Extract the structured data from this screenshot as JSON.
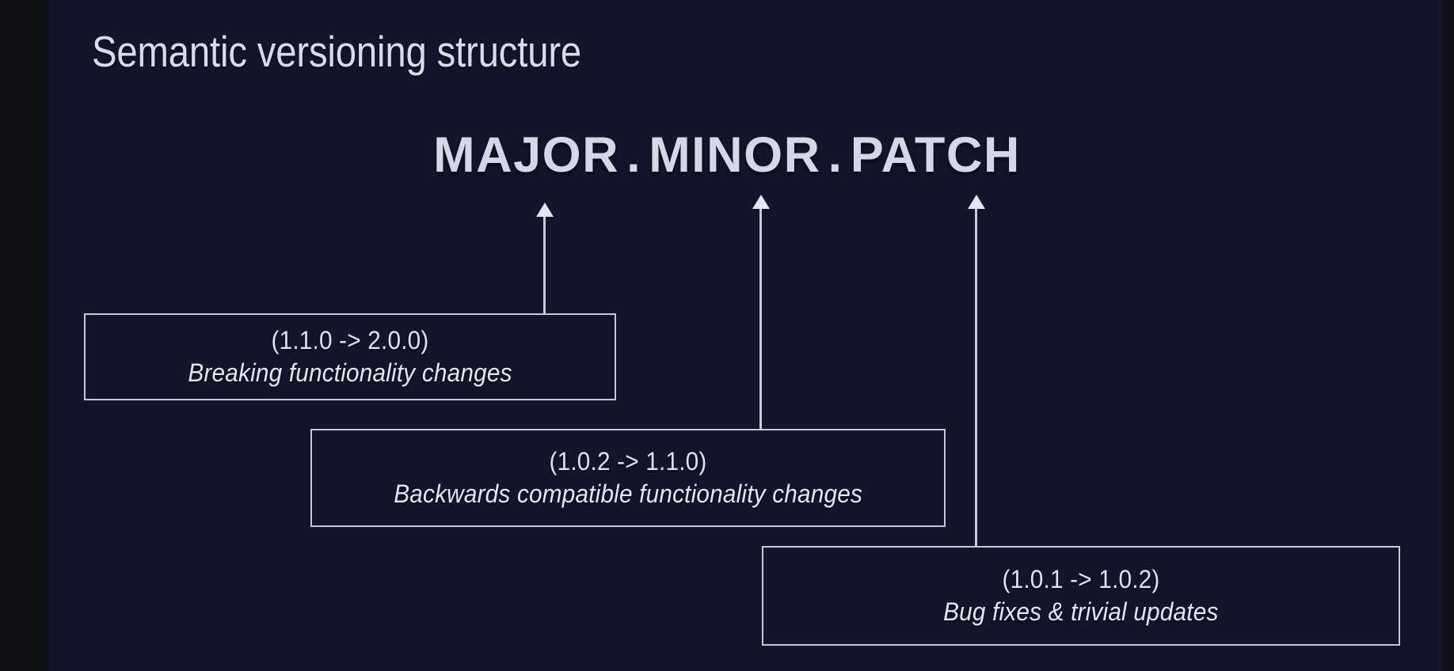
{
  "slide": {
    "title": "Semantic versioning structure",
    "background_color": "#14142b",
    "edge_color": "#0f0f16",
    "text_color": "#d9dbe9",
    "line_color": "#c6c8d8"
  },
  "version_heading": {
    "major": "MAJOR",
    "separator_1": ".",
    "minor": "MINOR",
    "separator_2": ".",
    "patch": "PATCH",
    "full_text": "MAJOR . MINOR . PATCH"
  },
  "callouts": [
    {
      "id": "major",
      "range": "(1.1.0 -> 2.0.0)",
      "description": "Breaking functionality changes",
      "from_version": "1.1.0",
      "to_version": "2.0.0"
    },
    {
      "id": "minor",
      "range": "(1.0.2 -> 1.1.0)",
      "description": "Backwards compatible functionality changes",
      "from_version": "1.0.2",
      "to_version": "1.1.0"
    },
    {
      "id": "patch",
      "range": "(1.0.1 -> 1.0.2)",
      "description": "Bug fixes & trivial updates",
      "from_version": "1.0.1",
      "to_version": "1.0.2"
    }
  ],
  "connectors": [
    {
      "id": "major-connector",
      "points_to": "MAJOR"
    },
    {
      "id": "minor-connector",
      "points_to": "MINOR"
    },
    {
      "id": "patch-connector",
      "points_to": "PATCH"
    }
  ]
}
